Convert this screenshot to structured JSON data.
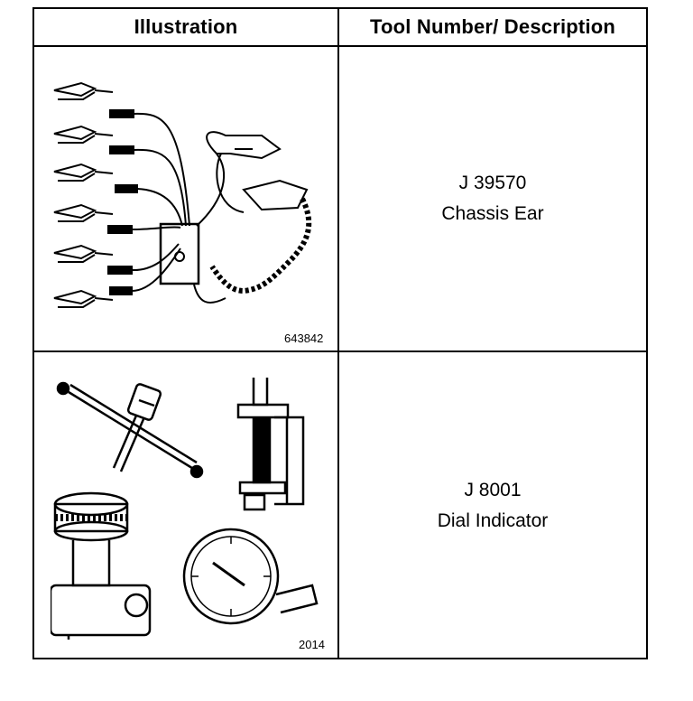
{
  "table": {
    "headers": {
      "illustration": "Illustration",
      "tool": "Tool Number/ Description"
    },
    "rows": [
      {
        "figure_id": "643842",
        "figure_icon": "chassis-ear-harness-icon",
        "tool_number": "J 39570",
        "description": "Chassis Ear"
      },
      {
        "figure_id": "2014",
        "figure_icon": "dial-indicator-set-icon",
        "tool_number": "J 8001",
        "description": "Dial Indicator"
      }
    ]
  }
}
